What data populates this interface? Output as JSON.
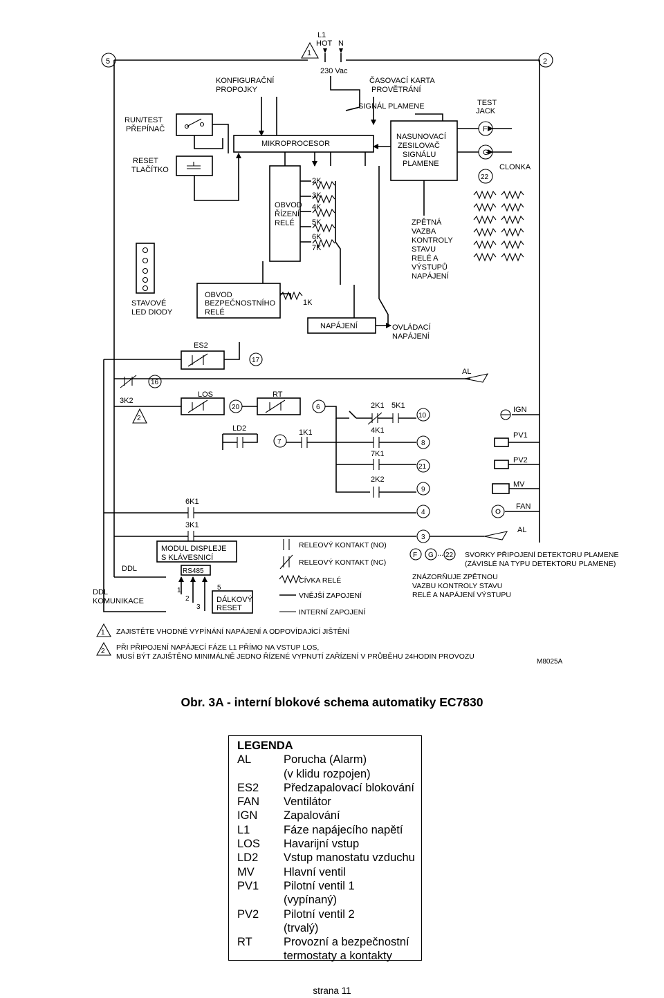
{
  "diagram": {
    "supply": {
      "marker": "1",
      "l1": "L1",
      "hot": "HOT",
      "n": "N",
      "voltage": "230 Vac"
    },
    "corners": {
      "left": "5",
      "right": "2"
    },
    "labels": {
      "config_jumpers": [
        "KONFIGURAČNÍ",
        "PROPOJKY"
      ],
      "timer_card": [
        "ČASOVACÍ KARTA",
        "PROVĚTRÁNÍ"
      ],
      "flame_signal": "SIGNÁL PLAMENE",
      "test_jack": [
        "TEST",
        "JACK"
      ],
      "run_test": [
        "RUN/TEST",
        "PŘEPÍNAČ"
      ],
      "reset_button": [
        "RESET",
        "TLAČÍTKO"
      ],
      "microprocessor": "MIKROPROCESOR",
      "amplifier": [
        "NASUNOVACÍ",
        "ZESILOVAČ",
        "SIGNÁLU",
        "PLAMENE"
      ],
      "jack_f": "F",
      "jack_g": "G",
      "jack_22": "22",
      "shutter": "CLONKA",
      "relay_ctrl": [
        "OBVOD",
        "ŘÍZENÍ",
        "RELÉ"
      ],
      "relays": [
        "2K",
        "3K",
        "4K",
        "5K",
        "6K",
        "7K"
      ],
      "feedback": [
        "ZPĚTNÁ",
        "VAZBA",
        "KONTROLY",
        "STAVU",
        "RELÉ A",
        "VÝSTUPŮ",
        "NAPÁJENÍ"
      ],
      "status_leds": [
        "STAVOVÉ",
        "LED DIODY"
      ],
      "safety_relay": [
        "OBVOD",
        "BEZPEČNOSTNÍHO",
        "RELÉ"
      ],
      "k1": "1K",
      "power": "NAPÁJENÍ",
      "ctrl_power": [
        "OVLÁDACÍ",
        "NAPÁJENÍ"
      ]
    },
    "contacts": {
      "es2": "ES2",
      "t17": "17",
      "t16": "16",
      "al_top": "AL",
      "k3k2": "3K2",
      "tri2": "2",
      "los": "LOS",
      "rt": "RT",
      "t20": "20",
      "t6": "6",
      "ld2": "LD2",
      "t7": "7",
      "k1k1": "1K1",
      "k2k1": "2K1",
      "k5k1": "5K1",
      "k4k1": "4K1",
      "k7k1": "7K1",
      "k2k2": "2K2",
      "k6k1": "6K1",
      "k3k1": "3K1",
      "terminals": [
        "10",
        "8",
        "21",
        "9",
        "4",
        "3"
      ],
      "loads": [
        "IGN",
        "PV1",
        "PV2",
        "MV",
        "FAN",
        "AL"
      ]
    },
    "bottom": {
      "display_module": [
        "MODUL DISPLEJE",
        "S KLÁVESNICÍ"
      ],
      "rs485": "RS485",
      "ddl": "DDL",
      "ddl_comm": [
        "DDL",
        "KOMUNIKACE"
      ],
      "pins": [
        "1",
        "2",
        "3",
        "5"
      ],
      "remote_reset": [
        "DÁLKOVÝ",
        "RESET"
      ]
    },
    "key": {
      "no": "RELEOVÝ KONTAKT (NO)",
      "nc": "RELEOVÝ KONTAKT (NC)",
      "coil": "CÍVKA RELÉ",
      "ext": "VNĚJŠÍ ZAPOJENÍ",
      "int": "INTERNÍ ZAPOJENÍ"
    },
    "terminal_note": {
      "f": "F",
      "g": "G",
      "dots": "...",
      "n22": "22",
      "text": [
        "SVORKY PŘIPOJENÍ DETEKTORU PLAMENE",
        "(ZÁVISLÉ NA TYPU DETEKTORU PLAMENE)"
      ],
      "feedback_note": [
        "ZNÁZORŇUJE ZPĚTNOU",
        "VAZBU KONTROLY STAVU",
        "RELÉ A NAPÁJENÍ VÝSTUPU"
      ]
    },
    "footnotes": [
      {
        "mark": "1",
        "lines": [
          "ZAJISTĚTE VHODNÉ VYPÍNÁNÍ NAPÁJENÍ A ODPOVÍDAJÍCÍ JIŠTĚNÍ"
        ]
      },
      {
        "mark": "2",
        "lines": [
          "PŘI PŘIPOJENÍ NAPÁJECÍ FÁZE L1 PŘÍMO NA VSTUP LOS,",
          "MUSÍ BÝT ZAJIŠTĚNO MINIMÁLNĚ JEDNO ŘÍZENÉ VYPNUTÍ ZAŘÍZENÍ V PRŮBĚHU 24HODIN PROVOZU"
        ]
      }
    ],
    "code": "M8025A"
  },
  "caption": "Obr. 3A - interní blokové schema automatiky EC7830",
  "legend": {
    "title": "LEGENDA",
    "items": [
      {
        "abbr": "AL",
        "desc": [
          "Porucha (Alarm)",
          "(v klidu rozpojen)"
        ]
      },
      {
        "abbr": "ES2",
        "desc": [
          "Předzapalovací blokování"
        ]
      },
      {
        "abbr": "FAN",
        "desc": [
          "Ventilátor"
        ]
      },
      {
        "abbr": "IGN",
        "desc": [
          "Zapalování"
        ]
      },
      {
        "abbr": "L1",
        "desc": [
          "Fáze napájecího napětí"
        ]
      },
      {
        "abbr": "LOS",
        "desc": [
          "Havarijní vstup"
        ]
      },
      {
        "abbr": "LD2",
        "desc": [
          "Vstup manostatu vzduchu"
        ]
      },
      {
        "abbr": "MV",
        "desc": [
          "Hlavní ventil"
        ]
      },
      {
        "abbr": "PV1",
        "desc": [
          "Pilotní ventil 1",
          "(vypínaný)"
        ]
      },
      {
        "abbr": "PV2",
        "desc": [
          "Pilotní ventil 2",
          "(trvalý)"
        ]
      },
      {
        "abbr": "RT",
        "desc": [
          "Provozní a bezpečnostní",
          "termostaty a kontakty"
        ]
      }
    ]
  },
  "page": "strana 11"
}
